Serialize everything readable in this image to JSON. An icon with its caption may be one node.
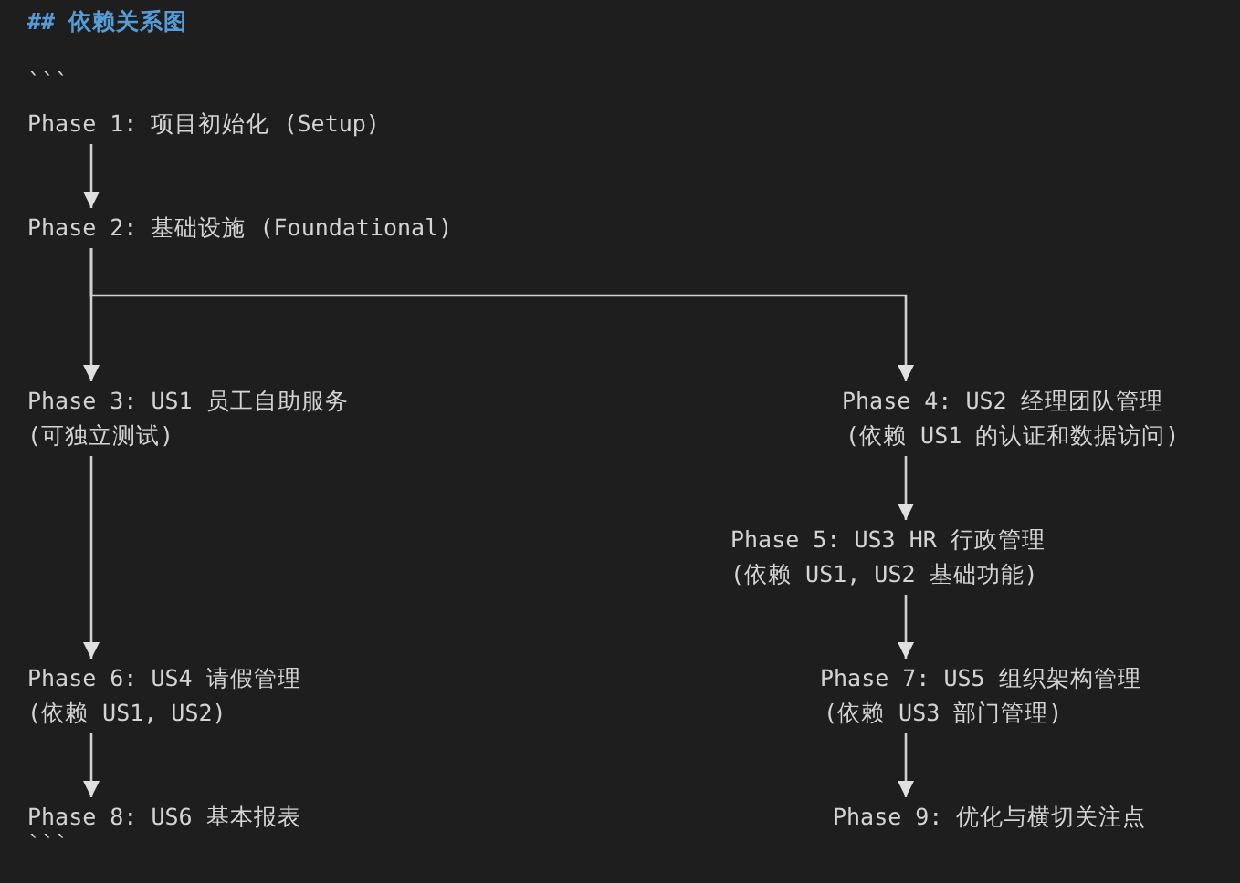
{
  "diagram": {
    "title": "## 依赖关系图",
    "nodes": [
      {
        "text": [
          "Phase 1: 项目初始化 (Setup)"
        ]
      },
      {
        "text": [
          "Phase 2: 基础设施 (Foundational)"
        ]
      },
      {
        "text": [
          "Phase 3: US1 员工自助服务",
          "(可独立测试)"
        ]
      },
      {
        "text": [
          "Phase 4: US2 经理团队管理",
          "(依赖 US1 的认证和数据访问)"
        ]
      },
      {
        "text": [
          "Phase 5: US3 HR 行政管理",
          "(依赖 US1, US2 基础功能)"
        ]
      },
      {
        "text": [
          "Phase 6: US4 请假管理",
          "(依赖 US1, US2)"
        ]
      },
      {
        "text": [
          "Phase 7: US5 组织架构管理",
          "(依赖 US3 部门管理)"
        ]
      },
      {
        "text": [
          "Phase 8: US6 基本报表"
        ]
      },
      {
        "text": [
          "Phase 9: 优化与横切关注点"
        ]
      }
    ],
    "edges": [
      {
        "from": 0,
        "to": 1,
        "arrow": "to"
      },
      {
        "from": 1,
        "to": 2,
        "arrow": "to"
      },
      {
        "from": 1,
        "to": 3,
        "arrow": "to"
      },
      {
        "from": 3,
        "to": 4,
        "arrow": "to"
      },
      {
        "from": 2,
        "to": 5,
        "arrow": "to"
      },
      {
        "from": 4,
        "to": 6,
        "arrow": "to"
      },
      {
        "from": 5,
        "to": 7,
        "arrow": "to"
      },
      {
        "from": 6,
        "to": 8,
        "arrow": "to"
      }
    ],
    "labels": [
      "```",
      "```"
    ]
  }
}
